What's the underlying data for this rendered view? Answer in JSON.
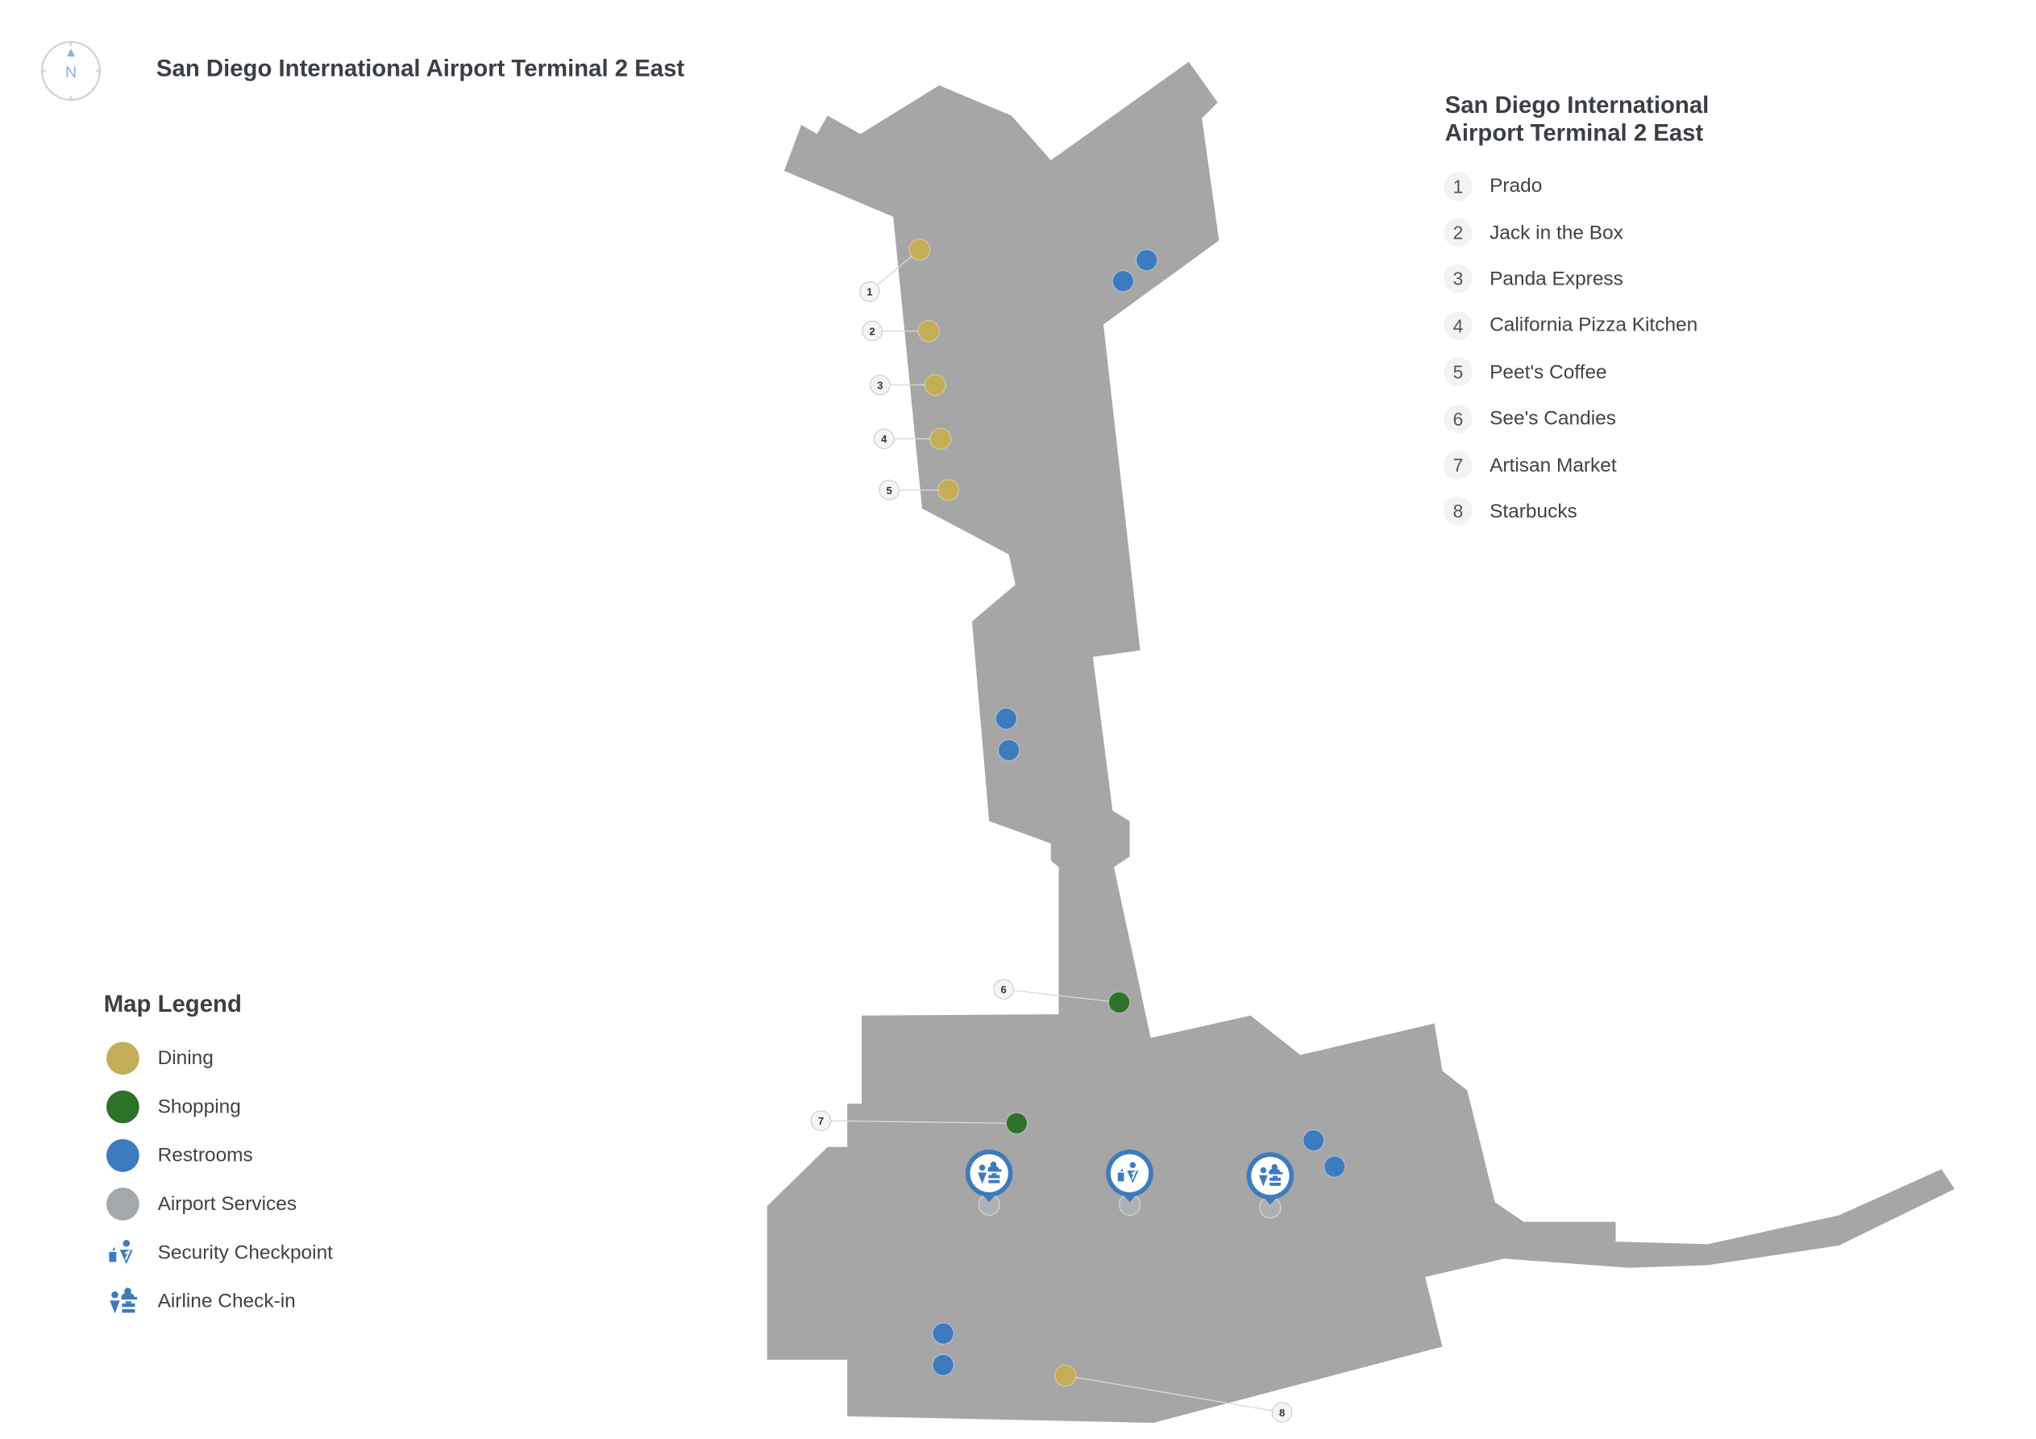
{
  "header": {
    "title": "San Diego International Airport Terminal 2 East",
    "compass_label": "N"
  },
  "directory": {
    "title_line1": "San Diego International",
    "title_line2": "Airport Terminal 2 East",
    "items": [
      {
        "number": "1",
        "name": "Prado",
        "category": "dining"
      },
      {
        "number": "2",
        "name": "Jack in the Box",
        "category": "dining"
      },
      {
        "number": "3",
        "name": "Panda Express",
        "category": "dining"
      },
      {
        "number": "4",
        "name": "California Pizza Kitchen",
        "category": "dining"
      },
      {
        "number": "5",
        "name": "Peet's Coffee",
        "category": "dining"
      },
      {
        "number": "6",
        "name": "See's Candies",
        "category": "shopping"
      },
      {
        "number": "7",
        "name": "Artisan Market",
        "category": "shopping"
      },
      {
        "number": "8",
        "name": "Starbucks",
        "category": "dining"
      }
    ]
  },
  "legend": {
    "title": "Map Legend",
    "items": [
      {
        "label": "Dining",
        "color": "#c4ad57",
        "icon": "circle"
      },
      {
        "label": "Shopping",
        "color": "#2e7129",
        "icon": "circle"
      },
      {
        "label": "Restrooms",
        "color": "#3d7bbf",
        "icon": "circle"
      },
      {
        "label": "Airport Services",
        "color": "#a2a8ab",
        "icon": "circle"
      },
      {
        "label": "Security Checkpoint",
        "color": "#3d7bbf",
        "icon": "security-checkpoint-icon"
      },
      {
        "label": "Airline Check-in",
        "color": "#3d7bbf",
        "icon": "airline-checkin-icon"
      }
    ]
  },
  "colors": {
    "floor": "#a6a6a6",
    "dining": "#c4ad57",
    "shopping": "#2e7129",
    "restroom": "#3d7bbf",
    "text": "#3a3f45"
  }
}
